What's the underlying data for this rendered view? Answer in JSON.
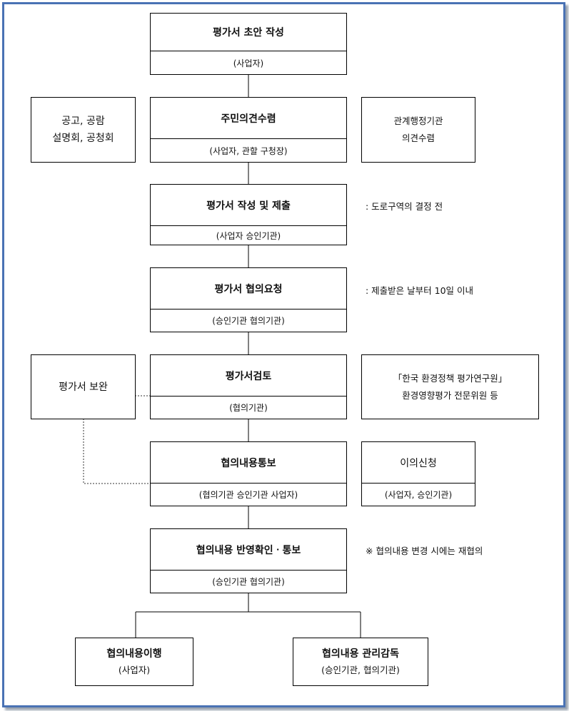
{
  "steps": [
    {
      "title": "평가서 초안 작성",
      "sub": "(사업자)"
    },
    {
      "title": "주민의견수렴",
      "sub": "(사업자, 관할 구청장)"
    },
    {
      "title": "평가서 작성 및 제출",
      "sub": "(사업자 승인기관)"
    },
    {
      "title": "평가서 협의요청",
      "sub": "(승인기관 협의기관)"
    },
    {
      "title": "평가서검토",
      "sub": "(협의기관)"
    },
    {
      "title": "협의내용통보",
      "sub": "(협의기관 승인기관 사업자)"
    },
    {
      "title": "협의내용 반영확인ㆍ통보",
      "sub": "(승인기관 협의기관)"
    }
  ],
  "final": [
    {
      "title": "협의내용이행",
      "sub": "(사업자)"
    },
    {
      "title": "협의내용 관리감독",
      "sub": "(승인기관, 협의기관)"
    }
  ],
  "side": {
    "public_notice": [
      "공고, 공람",
      "설명회, 공청회"
    ],
    "agency_opinion": [
      "관계행정기관",
      "의견수렴"
    ],
    "supplement": "평가서 보완",
    "review_institute": [
      "「한국 환경정책 평가연구원」",
      "환경영향평가 전문위원 등"
    ],
    "objection": {
      "title": "이의신청",
      "sub": "(사업자, 승인기관)"
    }
  },
  "notes": {
    "submit": ": 도로구역의 결정 전",
    "request": ": 제출받은 날부터 10일 이내",
    "recheck": "※ 협의내용 변경 시에는 재협의"
  }
}
